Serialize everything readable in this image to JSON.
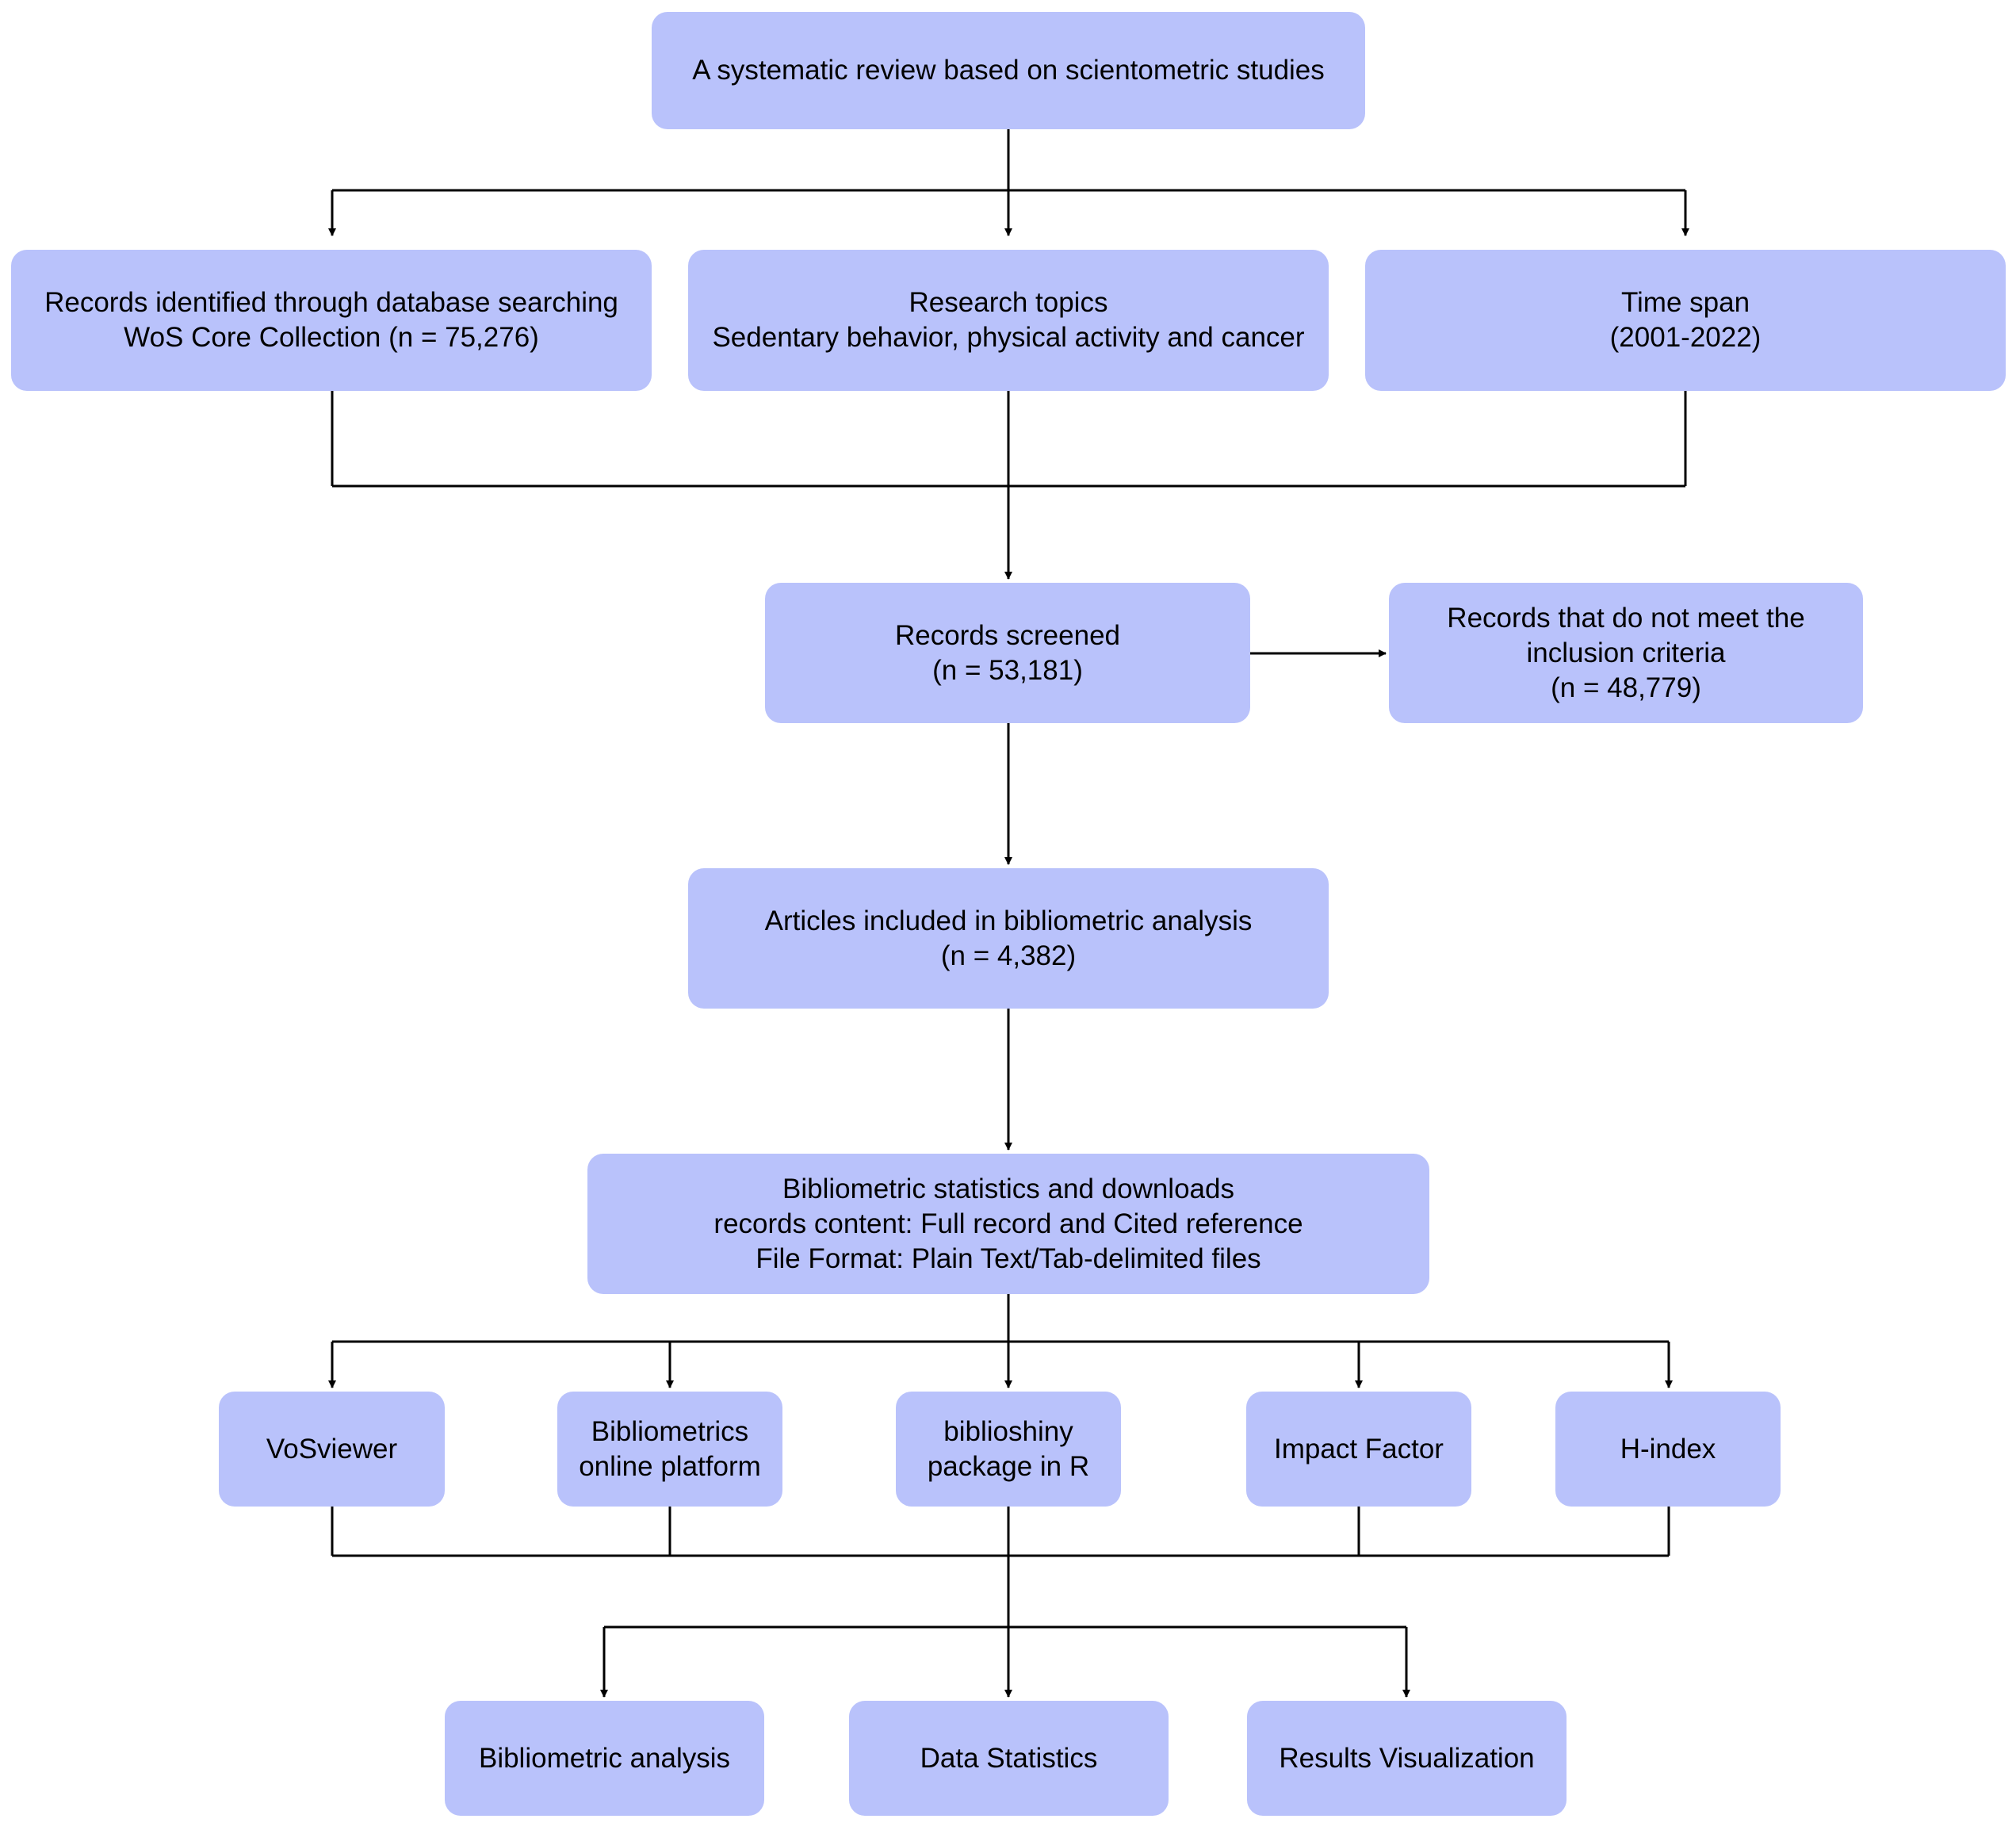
{
  "colors": {
    "box_fill": "#b9c2fb",
    "line": "#000000",
    "background": "#ffffff"
  },
  "nodes": {
    "title": {
      "lines": [
        "A systematic review based on scientometric studies"
      ]
    },
    "records_identified": {
      "lines": [
        "Records identified through database searching",
        "WoS Core Collection (n = 75,276)"
      ]
    },
    "research_topics": {
      "lines": [
        "Research topics",
        "Sedentary behavior, physical activity and cancer"
      ]
    },
    "time_span": {
      "lines": [
        "Time span",
        "(2001-2022)"
      ]
    },
    "records_screened": {
      "lines": [
        "Records screened",
        "(n = 53,181)"
      ]
    },
    "records_excluded": {
      "lines": [
        "Records that do not meet the",
        "inclusion criteria",
        "(n = 48,779)"
      ]
    },
    "articles_included": {
      "lines": [
        "Articles included in bibliometric analysis",
        "(n = 4,382)"
      ]
    },
    "bibliometric_statistics": {
      "lines": [
        "Bibliometric statistics and downloads",
        "records content: Full record and Cited reference",
        "File Format: Plain Text/Tab-delimited files"
      ]
    },
    "vosviewer": {
      "lines": [
        "VoSviewer"
      ]
    },
    "bibliometrics_platform": {
      "lines": [
        "Bibliometrics",
        "online platform"
      ]
    },
    "biblioshiny": {
      "lines": [
        "biblioshiny",
        "package in R"
      ]
    },
    "impact_factor": {
      "lines": [
        "Impact Factor"
      ]
    },
    "h_index": {
      "lines": [
        "H-index"
      ]
    },
    "bibliometric_analysis": {
      "lines": [
        "Bibliometric analysis"
      ]
    },
    "data_statistics": {
      "lines": [
        "Data Statistics"
      ]
    },
    "results_visualization": {
      "lines": [
        "Results Visualization"
      ]
    }
  }
}
